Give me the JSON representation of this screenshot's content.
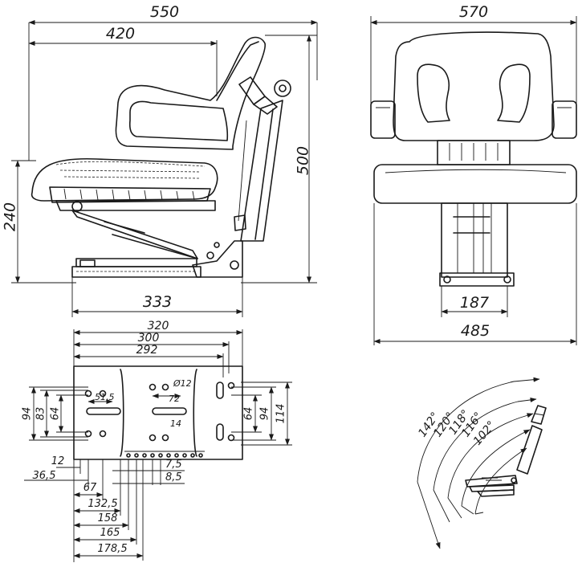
{
  "side_view": {
    "overall_width": "550",
    "backrest_depth": "420",
    "overall_height": "500",
    "seat_height": "240",
    "base_length": "333"
  },
  "front_view": {
    "overall_width": "570",
    "suspension_width": "187",
    "seat_width": "485"
  },
  "mounting_plate": {
    "widths": [
      "320",
      "300",
      "292"
    ],
    "hole_diameter": "Ø12",
    "hole_spacing_72": "72",
    "hole_spacing_14": "14",
    "hole_spacing_51_5": "51,5",
    "left_heights": [
      "94",
      "83",
      "64"
    ],
    "right_heights": [
      "64",
      "94",
      "114"
    ],
    "horizontal_offsets": [
      "12",
      "36,5",
      "67",
      "132,5",
      "158",
      "165",
      "178,5"
    ],
    "slot_offsets": [
      "7,5",
      "8,5"
    ]
  },
  "backrest_angles": [
    "142°",
    "120°",
    "118°",
    "116°",
    "102°"
  ]
}
